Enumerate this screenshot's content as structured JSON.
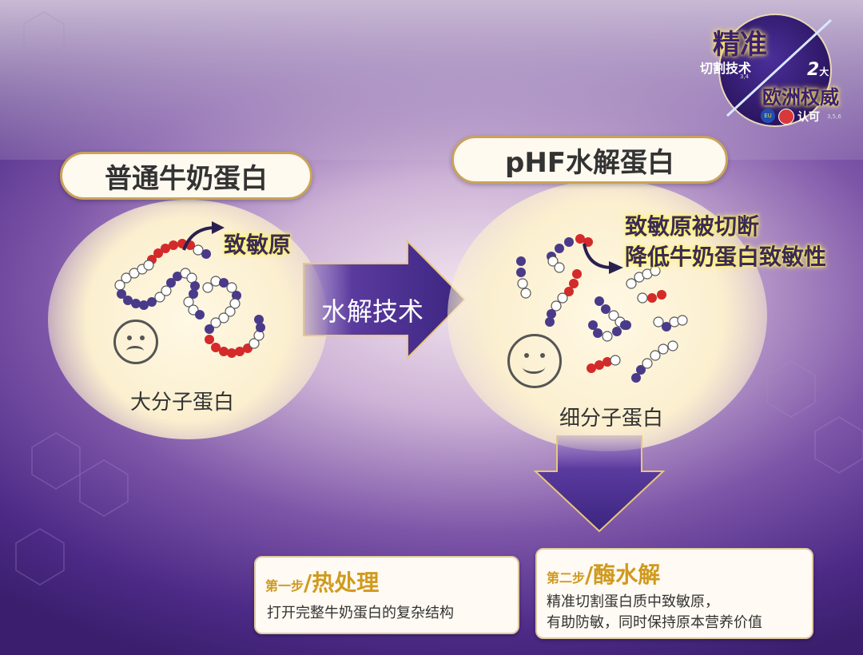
{
  "left_panel": {
    "title": "普通牛奶蛋白",
    "allergen_label": "致敏原",
    "caption": "大分子蛋白"
  },
  "right_panel": {
    "title": "pHF水解蛋白",
    "allergen_note_line1": "致敏原被切断",
    "allergen_note_line2": "降低牛奶蛋白致敏性",
    "caption": "细分子蛋白"
  },
  "process_arrow_label": "水解技术",
  "steps": [
    {
      "prefix": "第一步",
      "name": "热处理",
      "desc_lines": [
        "打开完整牛奶蛋白的复杂结构"
      ]
    },
    {
      "prefix": "第二步",
      "name": "酶水解",
      "desc_lines": [
        "精准切割蛋白质中致敏原，",
        "有助防敏，同时保持原本营养价值"
      ]
    }
  ],
  "badge": {
    "line1": "精准",
    "line2": "切割技术",
    "sup1": "3,4",
    "count": "2",
    "count_unit": "大",
    "line3": "欧洲权威",
    "line4": "认可",
    "sup2": "3,5,6",
    "eu_mark": "EU"
  },
  "colors": {
    "bead_dark": "#4a3a8a",
    "bead_red": "#d42a2a",
    "bead_white": "#ffffff",
    "arrow": "#4a2f8f",
    "gold": "#c9a35b"
  }
}
